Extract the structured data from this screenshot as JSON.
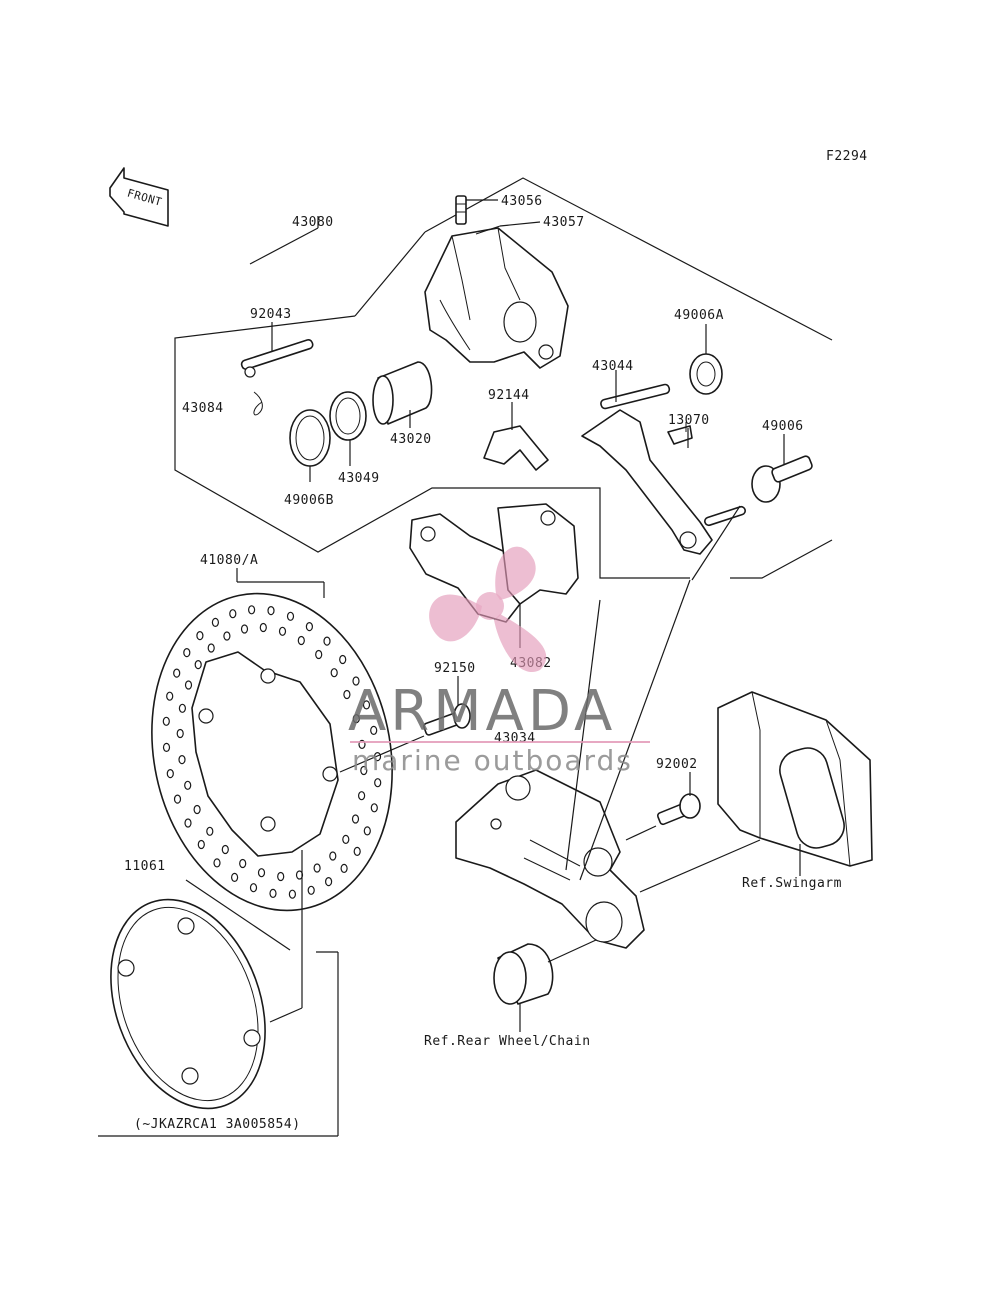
{
  "figure_code": "F2294",
  "front_label": "FRONT",
  "parts": {
    "p43056": "43056",
    "p43057": "43057",
    "p43080": "43080",
    "p92043": "92043",
    "p43084": "43084",
    "p49006B": "49006B",
    "p43049": "43049",
    "p43020": "43020",
    "p92144": "92144",
    "p43044": "43044",
    "p49006A": "49006A",
    "p13070": "13070",
    "p49006": "49006",
    "p41080A": "41080/A",
    "p43082": "43082",
    "p92150": "92150",
    "p43034": "43034",
    "p92002": "92002",
    "p11061": "11061"
  },
  "refs": {
    "swingarm": "Ref.Swingarm",
    "rear_wheel": "Ref.Rear Wheel/Chain",
    "serial_note": "(~JKAZRCA1 3A005854)"
  },
  "watermark": {
    "brand": "ARMADA",
    "tagline": "marine outboards",
    "accent_color": "#e39ab8",
    "text_color": "#6b6b6b"
  }
}
